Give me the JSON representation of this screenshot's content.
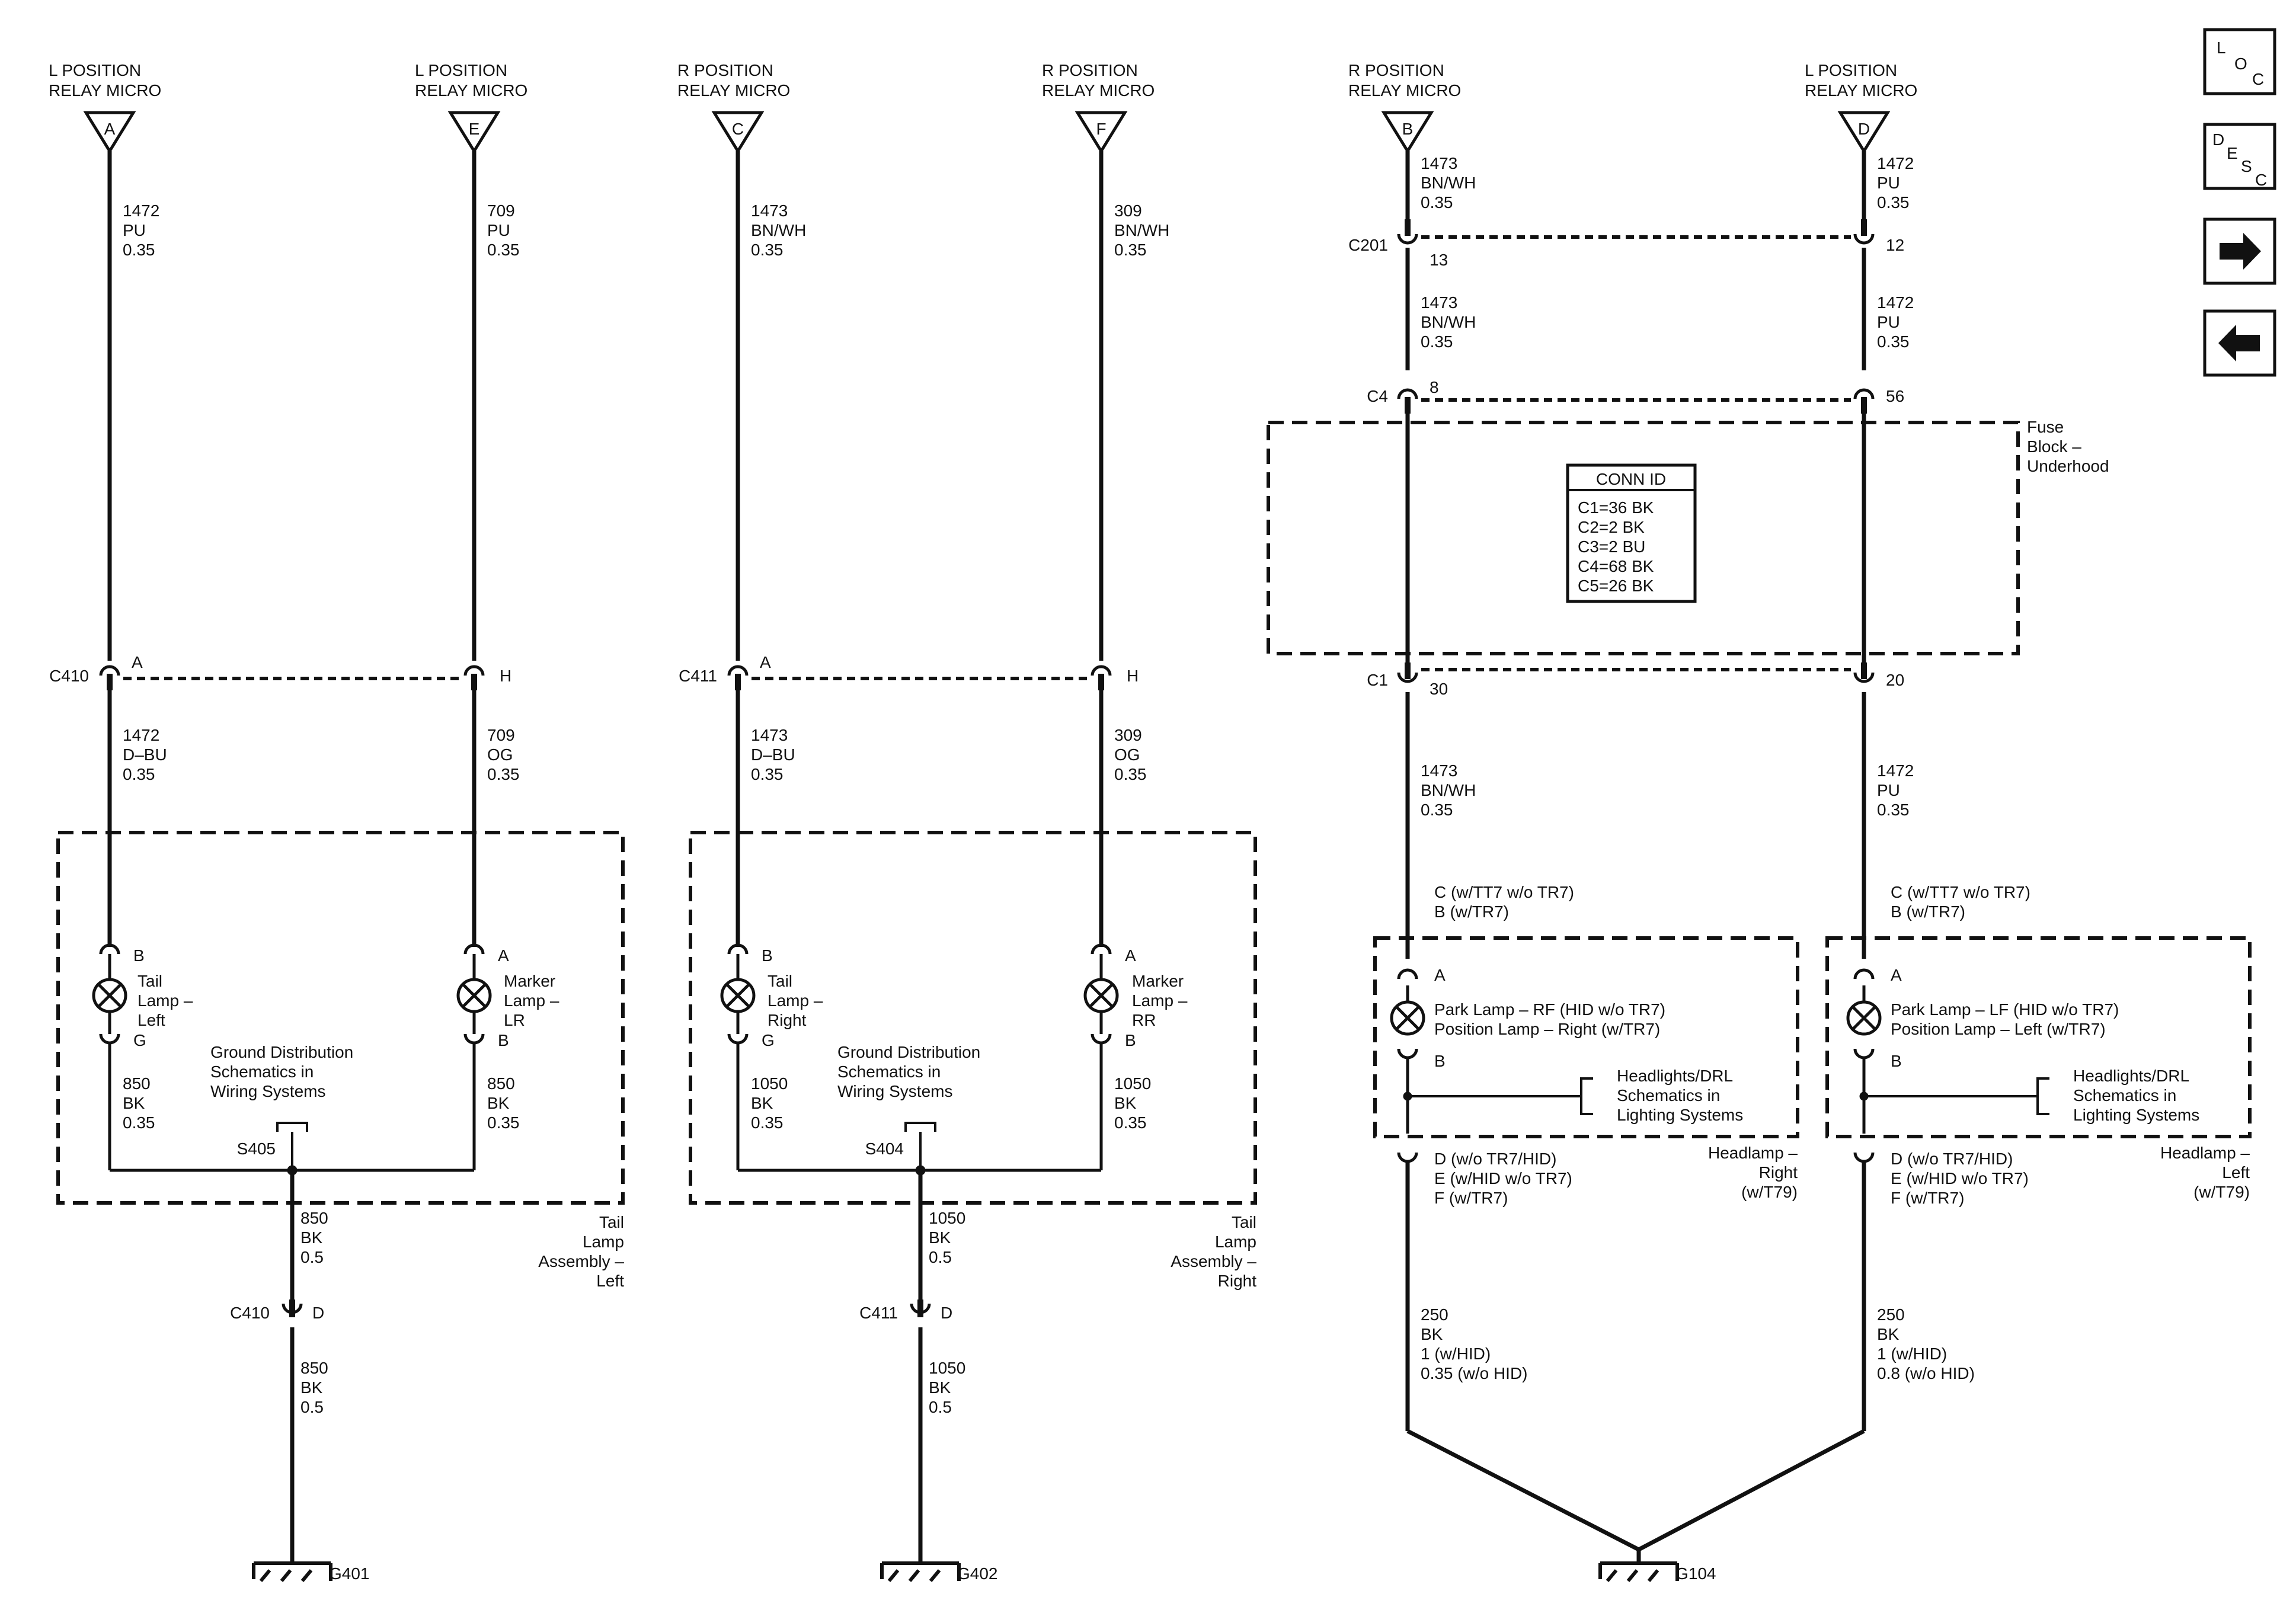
{
  "colors": {
    "line": "#111111",
    "background": "#ffffff"
  },
  "inputs": [
    {
      "id": "inA",
      "title": [
        "L POSITION",
        "RELAY MICRO"
      ],
      "pin": "A"
    },
    {
      "id": "inE",
      "title": [
        "L POSITION",
        "RELAY MICRO"
      ],
      "pin": "E"
    },
    {
      "id": "inC",
      "title": [
        "R POSITION",
        "RELAY MICRO"
      ],
      "pin": "C"
    },
    {
      "id": "inF",
      "title": [
        "R POSITION",
        "RELAY MICRO"
      ],
      "pin": "F"
    },
    {
      "id": "inB",
      "title": [
        "R POSITION",
        "RELAY MICRO"
      ],
      "pin": "B"
    },
    {
      "id": "inD",
      "title": [
        "L POSITION",
        "RELAY MICRO"
      ],
      "pin": "D"
    }
  ],
  "wire_labels": {
    "w_a1": [
      "1472",
      "PU",
      "0.35"
    ],
    "w_e1": [
      "709",
      "PU",
      "0.35"
    ],
    "w_c1": [
      "1473",
      "BN/WH",
      "0.35"
    ],
    "w_f1": [
      "309",
      "BN/WH",
      "0.35"
    ],
    "w_b1": [
      "1473",
      "BN/WH",
      "0.35"
    ],
    "w_d1": [
      "1472",
      "PU",
      "0.35"
    ],
    "w_b2": [
      "1473",
      "BN/WH",
      "0.35"
    ],
    "w_d2": [
      "1472",
      "PU",
      "0.35"
    ],
    "w_a2": [
      "1472",
      "D–BU",
      "0.35"
    ],
    "w_e2": [
      "709",
      "OG",
      "0.35"
    ],
    "w_c2": [
      "1473",
      "D–BU",
      "0.35"
    ],
    "w_f2": [
      "309",
      "OG",
      "0.35"
    ],
    "w_b3": [
      "1473",
      "BN/WH",
      "0.35"
    ],
    "w_d3": [
      "1472",
      "PU",
      "0.35"
    ],
    "w_a3": [
      "850",
      "BK",
      "0.35"
    ],
    "w_e3": [
      "850",
      "BK",
      "0.35"
    ],
    "w_c3": [
      "1050",
      "BK",
      "0.35"
    ],
    "w_f3": [
      "1050",
      "BK",
      "0.35"
    ],
    "w_s405": [
      "850",
      "BK",
      "0.5"
    ],
    "w_g401": [
      "850",
      "BK",
      "0.5"
    ],
    "w_s404": [
      "1050",
      "BK",
      "0.5"
    ],
    "w_g402": [
      "1050",
      "BK",
      "0.5"
    ],
    "w_g104r": [
      "250",
      "BK",
      "1 (w/HID)",
      "0.35 (w/o HID)"
    ],
    "w_g104l": [
      "250",
      "BK",
      "1 (w/HID)",
      "0.8 (w/o HID)"
    ]
  },
  "connectors": {
    "c410_top_name": "C410",
    "c410_top_pin_a": "A",
    "c410_top_pin_h": "H",
    "c411_top_name": "C411",
    "c411_top_pin_a": "A",
    "c411_top_pin_h": "H",
    "c201_name": "C201",
    "c201_pin_b": "13",
    "c201_pin_d": "12",
    "c4_name": "C4",
    "c4_pin_b": "8",
    "c4_pin_d": "56",
    "c1_name": "C1",
    "c1_pin_b": "30",
    "c1_pin_d": "20",
    "c410_bot_name": "C410",
    "c410_bot_pin": "D",
    "c411_bot_name": "C411",
    "c411_bot_pin": "D"
  },
  "splices": {
    "s405": "S405",
    "s404": "S404"
  },
  "grounds": {
    "g401": "G401",
    "g402": "G402",
    "g104": "G104"
  },
  "fuse_block": {
    "title": [
      "Fuse",
      "Block –",
      "Underhood"
    ],
    "conn_id_title": "CONN ID",
    "conn_ids": [
      "C1=36 BK",
      "C2=2 BK",
      "C3=2 BU",
      "C4=68 BK",
      "C5=26 BK"
    ]
  },
  "lamps": {
    "tail_left": {
      "pin_top": "B",
      "pin_bottom": "G",
      "name": [
        "Tail",
        "Lamp –",
        "Left"
      ]
    },
    "marker_lr": {
      "pin_top": "A",
      "pin_bottom": "B",
      "name": [
        "Marker",
        "Lamp –",
        "LR"
      ]
    },
    "tail_right": {
      "pin_top": "B",
      "pin_bottom": "G",
      "name": [
        "Tail",
        "Lamp –",
        "Right"
      ]
    },
    "marker_rr": {
      "pin_top": "A",
      "pin_bottom": "B",
      "name": [
        "Marker",
        "Lamp –",
        "RR"
      ]
    },
    "park_rf": {
      "pin_top": "A",
      "pin_bottom": "B",
      "name": [
        "Park Lamp – RF (HID w/o TR7)",
        "Position Lamp – Right (w/TR7)"
      ]
    },
    "park_lf": {
      "pin_top": "A",
      "pin_bottom": "B",
      "name": [
        "Park Lamp – LF (HID w/o TR7)",
        "Position Lamp – Left (w/TR7)"
      ]
    }
  },
  "assemblies": {
    "tail_left": [
      "Tail",
      "Lamp",
      "Assembly –",
      "Left"
    ],
    "tail_right": [
      "Tail",
      "Lamp",
      "Assembly –",
      "Right"
    ],
    "head_right": [
      "Headlamp –",
      "Right",
      "(w/T79)"
    ],
    "head_left": [
      "Headlamp –",
      "Left",
      "(w/T79)"
    ]
  },
  "references": {
    "ground_left": [
      "Ground Distribution",
      "Schematics in",
      "Wiring Systems"
    ],
    "ground_right": [
      "Ground Distribution",
      "Schematics in",
      "Wiring Systems"
    ],
    "hl_right": [
      "Headlights/DRL",
      "Schematics in",
      "Lighting Systems"
    ],
    "hl_left": [
      "Headlights/DRL",
      "Schematics in",
      "Lighting Systems"
    ]
  },
  "headlamp_pins": {
    "right_top": [
      "C (w/TT7 w/o TR7)",
      "B (w/TR7)"
    ],
    "right_bottom": [
      "D (w/o TR7/HID)",
      "E (w/HID w/o TR7)",
      "F (w/TR7)"
    ],
    "left_top": [
      "C (w/TT7 w/o TR7)",
      "B (w/TR7)"
    ],
    "left_bottom": [
      "D (w/o TR7/HID)",
      "E (w/HID w/o TR7)",
      "F (w/TR7)"
    ]
  },
  "nav": {
    "loc": [
      "L",
      "O",
      "C"
    ],
    "desc": [
      "D",
      "E",
      "S",
      "C"
    ],
    "next_icon": "arrow-right-icon",
    "prev_icon": "arrow-left-icon"
  }
}
